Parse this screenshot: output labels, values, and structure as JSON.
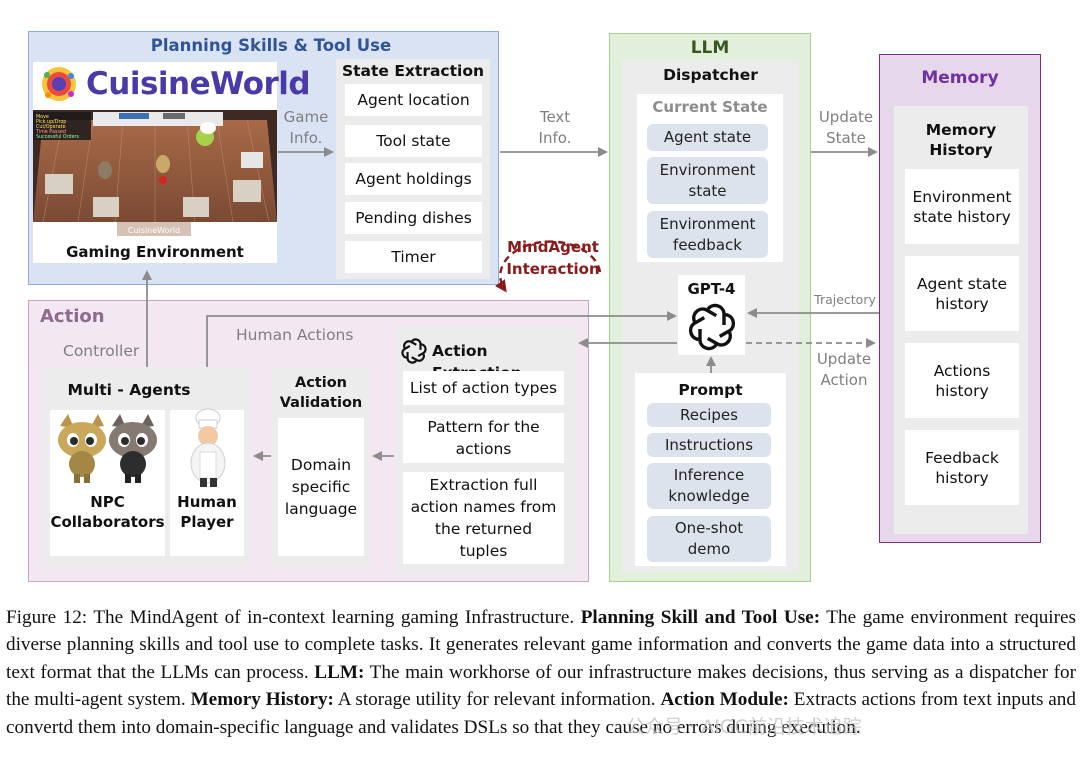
{
  "planning": {
    "title": "Planning Skills & Tool Use",
    "game_title": "CuisineWorld",
    "watermark": "CuisineWorld",
    "hud": [
      "Move",
      "Pick up/Drop",
      "Cut/Operate",
      "Time Passed",
      "Successful Orders"
    ],
    "env_label": "Gaming Environment",
    "game_info": "Game\nInfo.",
    "state_title": "State Extraction",
    "states": [
      "Agent location",
      "Tool state",
      "Agent holdings",
      "Pending dishes",
      "Timer"
    ]
  },
  "text_info": "Text\nInfo.",
  "llm": {
    "title": "LLM",
    "dispatcher": "Dispatcher",
    "current_state": "Current State",
    "current_items": [
      "Agent state",
      "Environment\nstate",
      "Environment\nfeedback"
    ],
    "gpt": "GPT-4",
    "prompt_title": "Prompt",
    "prompt_items": [
      "Recipes",
      "Instructions",
      "Inference\nknowledge",
      "One-shot\ndemo"
    ]
  },
  "update_state": "Update\nState",
  "trajectory": "Trajectory",
  "update_action": "Update\nAction",
  "memory": {
    "title": "Memory",
    "history_title": "Memory\nHistory",
    "items": [
      "Environment\nstate history",
      "Agent state\nhistory",
      "Actions\nhistory",
      "Feedback\nhistory"
    ]
  },
  "mindagent": "MindAgent\nInteraction",
  "action": {
    "title": "Action",
    "controller": "Controller",
    "human_actions": "Human Actions",
    "multi_agents": "Multi - Agents",
    "npc": "NPC\nCollaborators",
    "human": "Human\nPlayer",
    "validation_title": "Action\nValidation",
    "validation_body": "Domain\nspecific\nlanguage",
    "extraction_title": "Action Extraction",
    "extraction_items": [
      "List of action types",
      "Pattern for the\nactions",
      "Extraction full\naction names from\nthe returned\ntuples"
    ]
  },
  "caption": {
    "segments": [
      {
        "t": "Figure 12: The MindAgent of in-context learning gaming Infrastructure. ",
        "b": false
      },
      {
        "t": "Planning Skill and Tool Use:",
        "b": true
      },
      {
        "t": " The game environment requires diverse planning skills and tool use to complete tasks. It generates relevant game information and converts the game data into a structured text format that the LLMs can process. ",
        "b": false
      },
      {
        "t": "LLM:",
        "b": true
      },
      {
        "t": " The main workhorse of our infrastructure makes decisions, thus serving as a dispatcher for the multi-agent system. ",
        "b": false
      },
      {
        "t": "Memory History:",
        "b": true
      },
      {
        "t": " A storage utility for relevant information. ",
        "b": false
      },
      {
        "t": "Action Module:",
        "b": true
      },
      {
        "t": " Extracts actions from text inputs and convertd them into domain-specific language and validates DSLs so that they cause no errors during execution.",
        "b": false
      }
    ],
    "watermark": "公众号 · AIGC前沿技术追踪"
  },
  "colors": {
    "planning_fill": "#dae3f3",
    "planning_border": "#8faadc",
    "planning_title": "#2f5597",
    "llm_fill": "#e2efda",
    "llm_border": "#a9d18e",
    "llm_title": "#375623",
    "memory_fill": "#e6d7eb",
    "memory_border": "#7b2c7b",
    "memory_title": "#7030a0",
    "action_fill": "#f3e8f1",
    "action_border": "#c9a6c4",
    "action_title": "#8e6a8e",
    "mindagent": "#8b1a1a"
  }
}
